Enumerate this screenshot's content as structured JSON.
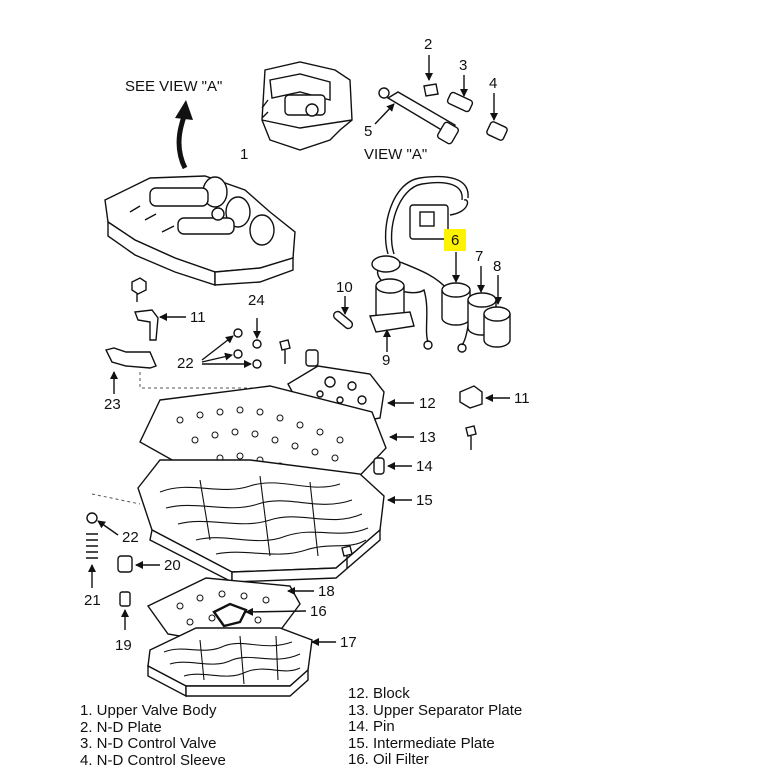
{
  "header": {
    "see_view": "SEE VIEW \"A\"",
    "view_label": "VIEW \"A\""
  },
  "highlight_color": "#fff200",
  "callouts": {
    "c1": "1",
    "c2": "2",
    "c3": "3",
    "c4": "4",
    "c5": "5",
    "c6": "6",
    "c7": "7",
    "c8": "8",
    "c9": "9",
    "c10": "10",
    "c11a": "11",
    "c11b": "11",
    "c12": "12",
    "c13": "13",
    "c14": "14",
    "c15": "15",
    "c16": "16",
    "c17": "17",
    "c18": "18",
    "c19": "19",
    "c20": "20",
    "c21": "21",
    "c22a": "22",
    "c22b": "22",
    "c23": "23",
    "c24": "24"
  },
  "legend": {
    "left": [
      "1. Upper Valve Body",
      "2. N-D Plate",
      "3. N-D Control Valve",
      "4. N-D Control Sleeve"
    ],
    "right": [
      "12. Block",
      "13. Upper Separator Plate",
      "14. Pin",
      "15. Intermediate Plate",
      "16. Oil Filter"
    ]
  }
}
